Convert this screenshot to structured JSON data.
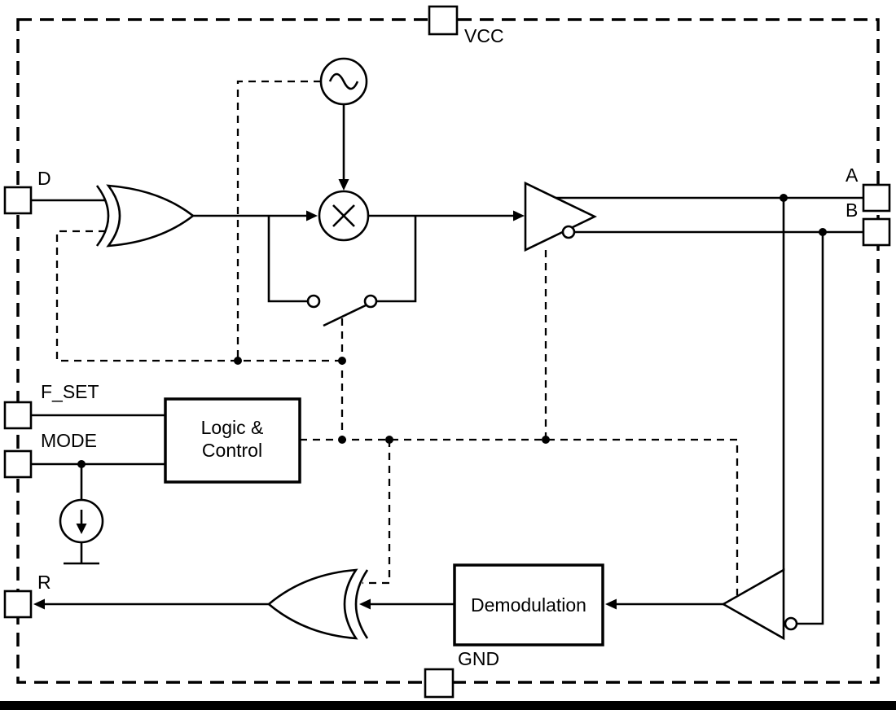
{
  "pins": {
    "vcc": "VCC",
    "gnd": "GND",
    "d": "D",
    "f_set": "F_SET",
    "mode": "MODE",
    "r": "R",
    "a": "A",
    "b": "B"
  },
  "blocks": {
    "logic_line1": "Logic &",
    "logic_line2": "Control",
    "demodulation": "Demodulation"
  },
  "components": {
    "oscillator": "sine-wave-oscillator",
    "mixer": "multiplier-mixer",
    "input_gate": "xor-gate",
    "output_gate": "xor-gate",
    "switch": "bypass-switch",
    "driver": "differential-line-driver",
    "receiver": "differential-line-receiver",
    "current_source": "current-source",
    "ground": "ground"
  },
  "colors": {
    "line": "#000000",
    "background": "#ffffff"
  }
}
